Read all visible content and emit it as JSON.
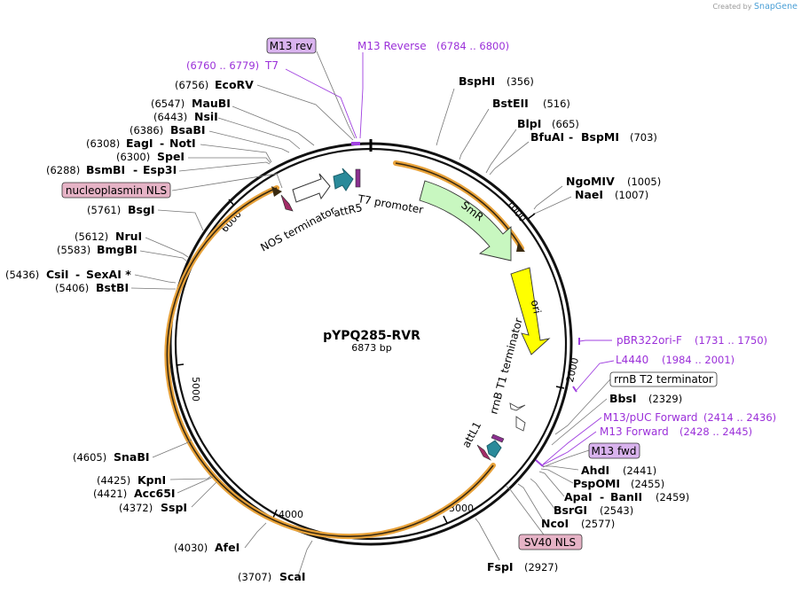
{
  "credit": {
    "prefix": "Created by",
    "brand": "SnapGene"
  },
  "plasmid": {
    "name": "pYPQ285-RVR",
    "length": "6873 bp"
  },
  "ticks": [
    "1000",
    "2000",
    "3000",
    "4000",
    "5000",
    "6000"
  ],
  "colors": {
    "primer": "#9b30d9",
    "backbone": "#111111",
    "orange": "#e8a23a",
    "teal": "#2a8a9a",
    "green_arrow": "#c8f7c0",
    "yellow_arrow": "#ffff00",
    "nls_fill": "#e6b3c6"
  },
  "sites": [
    {
      "name": "BspHI",
      "pos": "(356)"
    },
    {
      "name": "BstEII",
      "pos": "(516)"
    },
    {
      "name": "BlpI",
      "pos": "(665)"
    },
    {
      "name": "BfuAI",
      "pos": "(703)",
      "name2": "BspMI"
    },
    {
      "name": "NgoMIV",
      "pos": "(1005)"
    },
    {
      "name": "NaeI",
      "pos": "(1007)"
    },
    {
      "name": "BbsI",
      "pos": "(2329)"
    },
    {
      "name": "AhdI",
      "pos": "(2441)"
    },
    {
      "name": "PspOMI",
      "pos": "(2455)"
    },
    {
      "name": "ApaI",
      "pos": "(2459)",
      "name2": "BanII"
    },
    {
      "name": "BsrGI",
      "pos": "(2543)"
    },
    {
      "name": "NcoI",
      "pos": "(2577)"
    },
    {
      "name": "FspI",
      "pos": "(2927)"
    },
    {
      "name": "ScaI",
      "pos": "(3707)"
    },
    {
      "name": "AfeI",
      "pos": "(4030)"
    },
    {
      "name": "SspI",
      "pos": "(4372)"
    },
    {
      "name": "Acc65I",
      "pos": "(4421)"
    },
    {
      "name": "KpnI",
      "pos": "(4425)"
    },
    {
      "name": "SnaBI",
      "pos": "(4605)"
    },
    {
      "name": "BstBI",
      "pos": "(5406)"
    },
    {
      "name": "CsiI",
      "pos": "(5436)",
      "name2": "SexAI *"
    },
    {
      "name": "BmgBI",
      "pos": "(5583)"
    },
    {
      "name": "NruI",
      "pos": "(5612)"
    },
    {
      "name": "BsgI",
      "pos": "(5761)"
    },
    {
      "name": "BsmBI",
      "pos": "(6288)",
      "name2": "Esp3I"
    },
    {
      "name": "SpeI",
      "pos": "(6300)"
    },
    {
      "name": "EagI",
      "pos": "(6308)",
      "name2": "NotI"
    },
    {
      "name": "BsaBI",
      "pos": "(6386)"
    },
    {
      "name": "NsiI",
      "pos": "(6443)"
    },
    {
      "name": "MauBI",
      "pos": "(6547)"
    },
    {
      "name": "EcoRV",
      "pos": "(6756)"
    }
  ],
  "primers": [
    {
      "name": "M13 Reverse",
      "pos": "(6784 .. 6800)"
    },
    {
      "name": "T7",
      "pos": "(6760 .. 6779)"
    },
    {
      "name": "pBR322ori-F",
      "pos": "(1731 .. 1750)"
    },
    {
      "name": "L4440",
      "pos": "(1984 .. 2001)"
    },
    {
      "name": "M13/pUC Forward",
      "pos": "(2414 .. 2436)"
    },
    {
      "name": "M13 Forward",
      "pos": "(2428 .. 2445)"
    }
  ],
  "boxes": {
    "m13rev": "M13 rev",
    "nls": "nucleoplasmin NLS",
    "rrnb_t2": "rrnB T2 terminator",
    "m13fwd": "M13 fwd",
    "sv40": "SV40 NLS"
  },
  "features": {
    "smr": "SmR",
    "ori": "ori",
    "t7_promoter": "T7 promoter",
    "attr5": "attR5",
    "nos_terminator": "NOS terminator",
    "rrnb_t1": "rrnB T1 terminator",
    "attl1": "attL1"
  }
}
